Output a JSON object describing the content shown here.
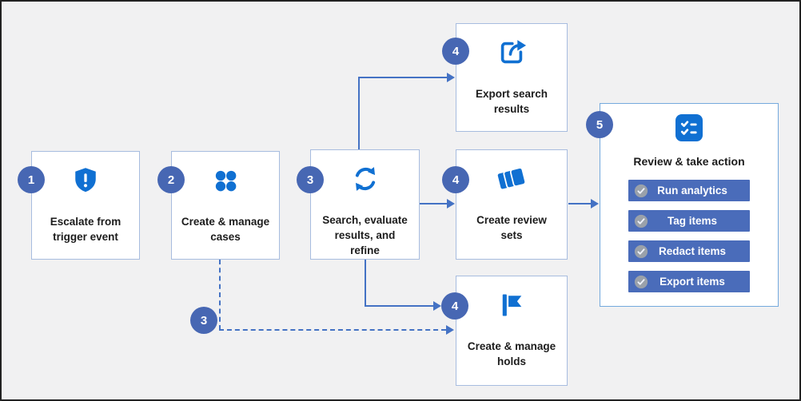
{
  "colors": {
    "background": "#f1f1f2",
    "icon_blue": "#1070d2",
    "badge_blue": "#4767b3",
    "connector_blue": "#4472c4",
    "box_border": "#a7bcdf",
    "panel_border": "#74a9dd",
    "button_blue": "#4a6cba",
    "check_circle_gray": "#9aa1aa"
  },
  "steps": [
    {
      "badge": "1",
      "label": "Escalate from trigger event",
      "icon": "shield-exclamation-icon"
    },
    {
      "badge": "2",
      "label": "Create & manage cases",
      "icon": "dots-grid-icon"
    },
    {
      "badge": "3",
      "label": "Search, evaluate results, and refine",
      "icon": "sync-arrows-icon"
    },
    {
      "badge": "4",
      "label": "Export search results",
      "icon": "export-share-icon"
    },
    {
      "badge": "4",
      "label": "Create review sets",
      "icon": "layers-icon"
    },
    {
      "badge": "4",
      "label": "Create & manage holds",
      "icon": "flag-icon"
    }
  ],
  "dashed_elbow_badge": "3",
  "panel": {
    "badge": "5",
    "title": "Review & take action",
    "icon": "checklist-icon",
    "actions": [
      {
        "label": "Run analytics"
      },
      {
        "label": "Tag items"
      },
      {
        "label": "Redact items"
      },
      {
        "label": "Export items"
      }
    ]
  }
}
